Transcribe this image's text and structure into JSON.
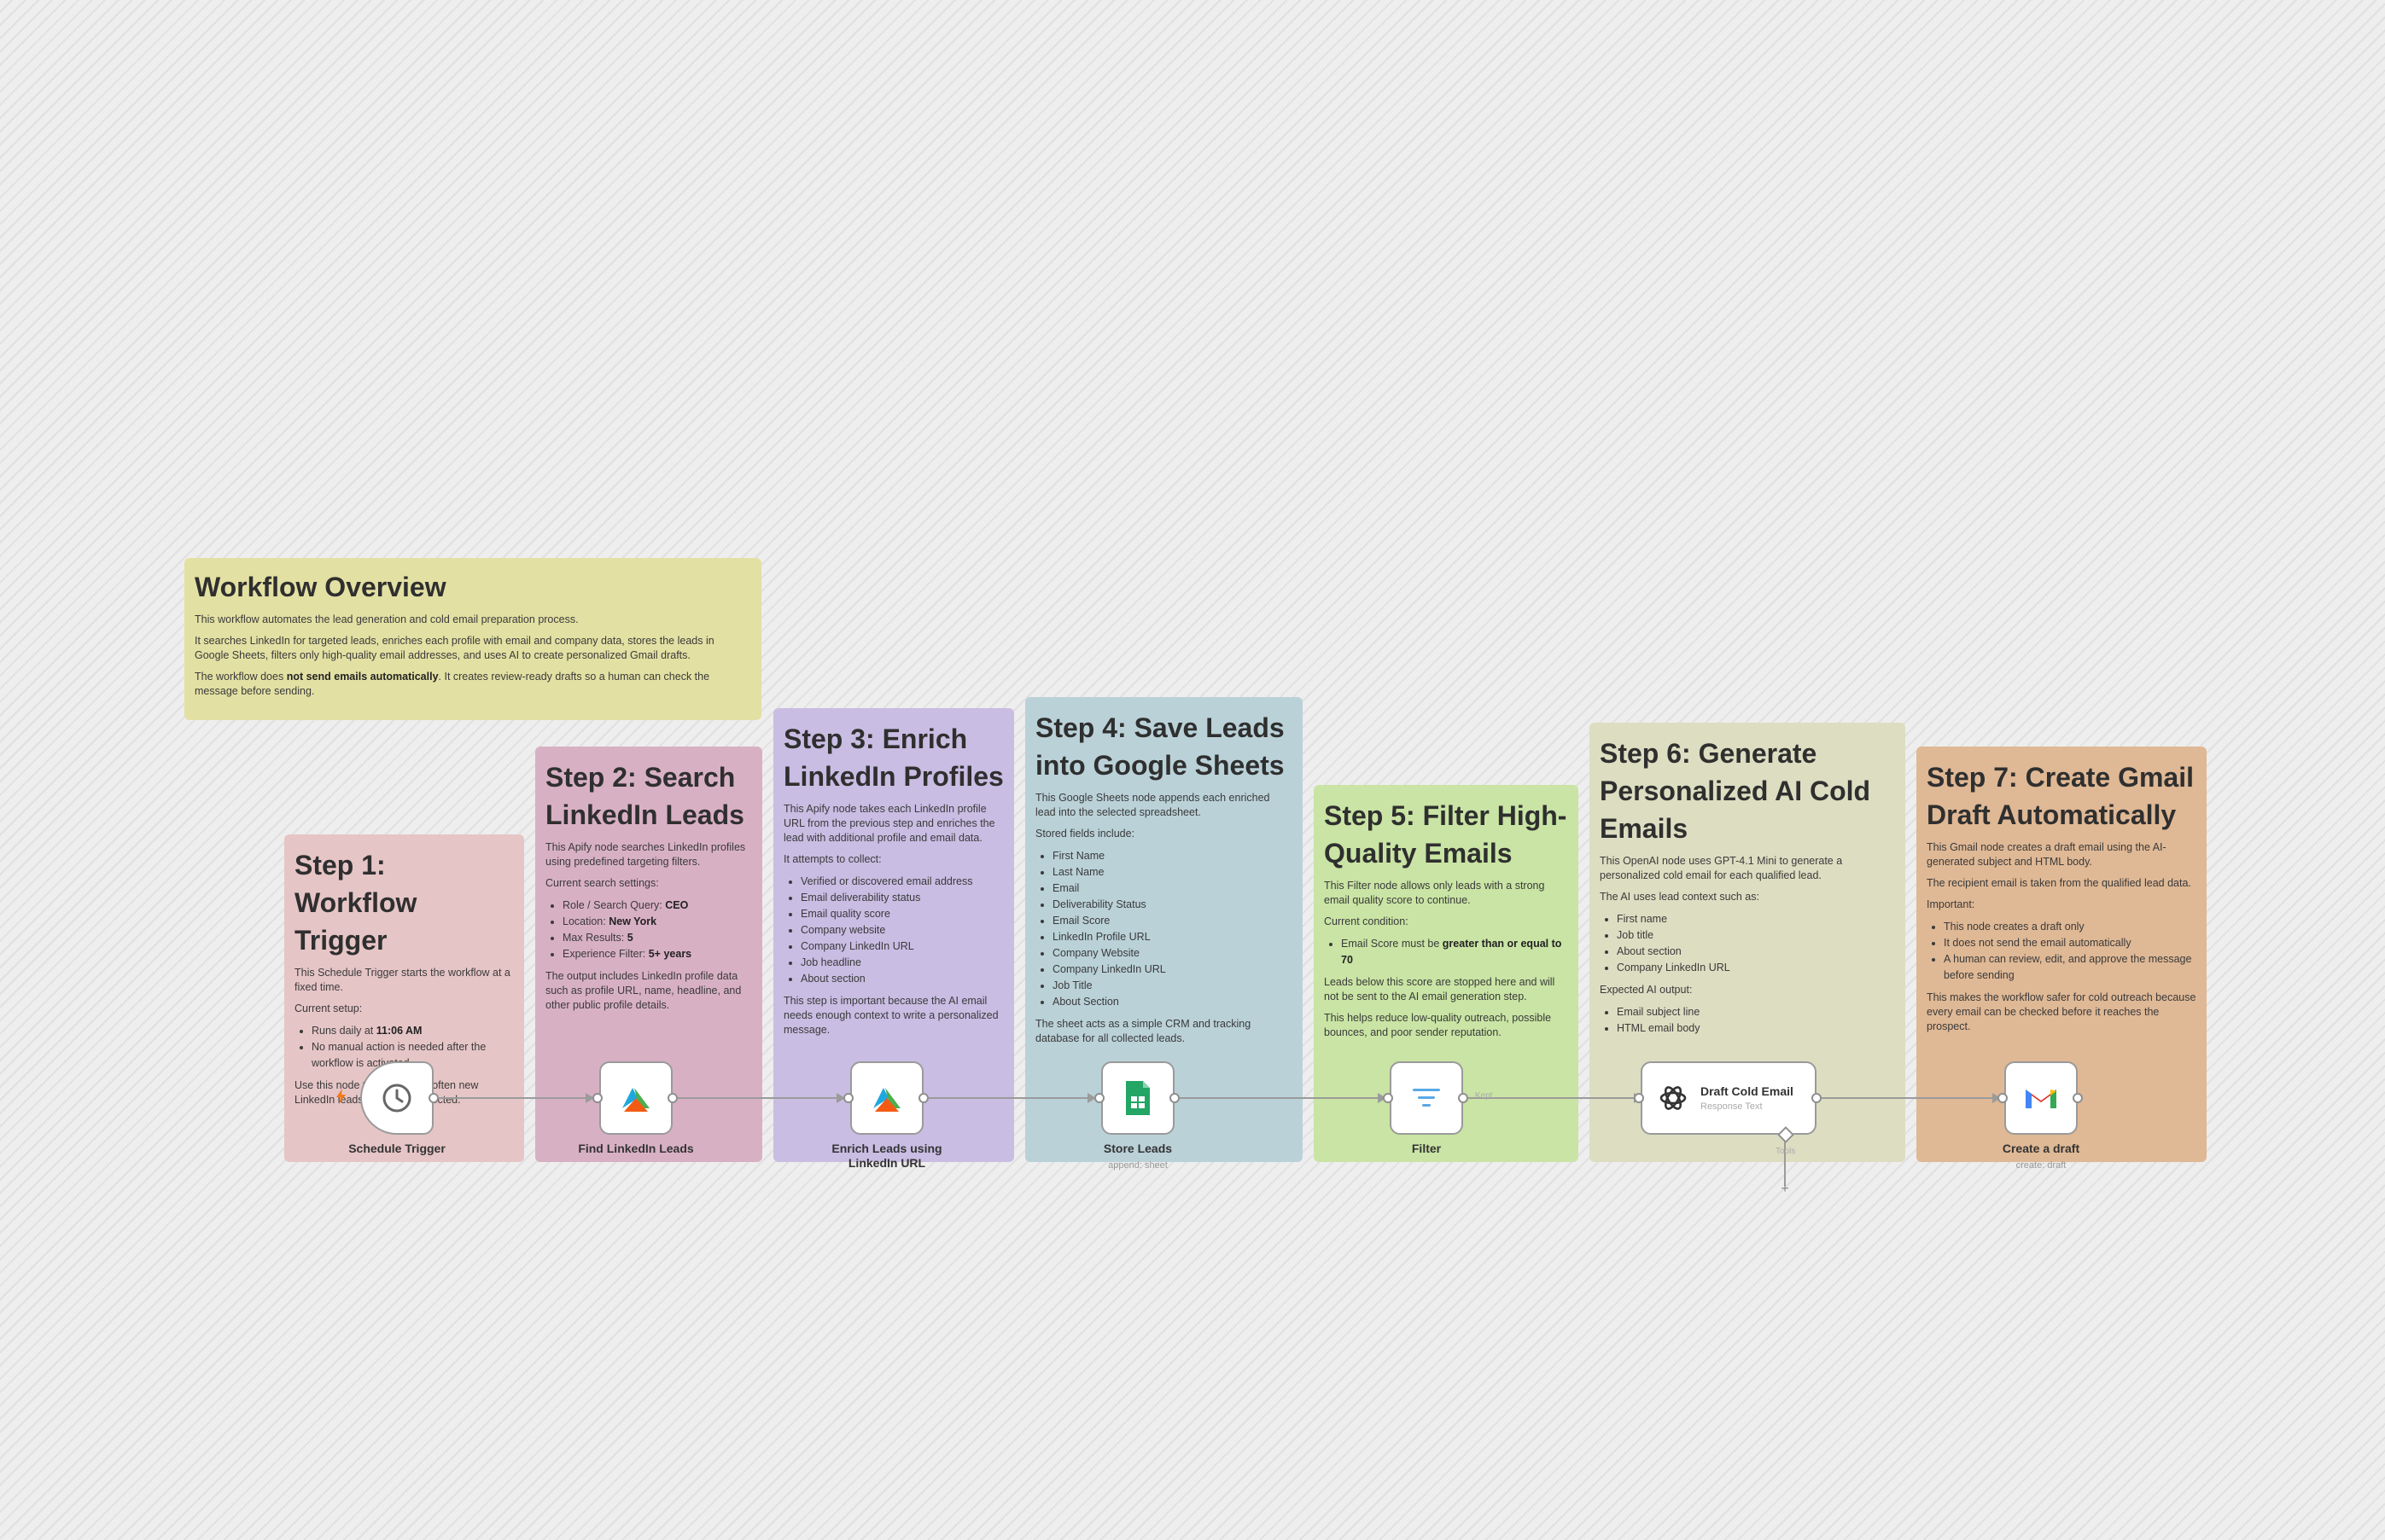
{
  "overview": {
    "title": "Workflow Overview",
    "p1": "This workflow automates the lead generation and cold email preparation process.",
    "p2": "It searches LinkedIn for targeted leads, enriches each profile with email and company data, stores the leads in Google Sheets, filters only high-quality email addresses, and uses AI to create personalized Gmail drafts.",
    "p3_pre": "The workflow does ",
    "p3_bold": "not send emails automatically",
    "p3_post": ". It creates review-ready drafts so a human can check the message before sending."
  },
  "step1": {
    "title": "Step 1: Workflow Trigger",
    "p1": "This Schedule Trigger starts the workflow at a fixed time.",
    "p2": "Current setup:",
    "bullets": [
      {
        "pre": "Runs daily at ",
        "bold": "11:06 AM"
      },
      {
        "pre": "No manual action is needed after the workflow is activated",
        "bold": ""
      }
    ],
    "p3": "Use this node to control how often new LinkedIn leads should be collected."
  },
  "step2": {
    "title": "Step 2: Search LinkedIn Leads",
    "p1": "This Apify node searches LinkedIn profiles using predefined targeting filters.",
    "p2": "Current search settings:",
    "bullets": [
      {
        "pre": "Role / Search Query: ",
        "bold": "CEO"
      },
      {
        "pre": "Location: ",
        "bold": "New York"
      },
      {
        "pre": "Max Results: ",
        "bold": "5"
      },
      {
        "pre": "Experience Filter: ",
        "bold": "5+ years"
      }
    ],
    "p3": "The output includes LinkedIn profile data such as profile URL, name, headline, and other public profile details."
  },
  "step3": {
    "title": "Step 3: Enrich LinkedIn Profiles",
    "p1": "This Apify node takes each LinkedIn profile URL from the previous step and enriches the lead with additional profile and email data.",
    "p2": "It attempts to collect:",
    "bullets": [
      "Verified or discovered email address",
      "Email deliverability status",
      "Email quality score",
      "Company website",
      "Company LinkedIn URL",
      "Job headline",
      "About section"
    ],
    "p3": "This step is important because the AI email needs enough context to write a personalized message."
  },
  "step4": {
    "title": "Step 4: Save Leads into Google Sheets",
    "p1": "This Google Sheets node appends each enriched lead into the selected spreadsheet.",
    "p2": "Stored fields include:",
    "bullets": [
      "First Name",
      "Last Name",
      "Email",
      "Deliverability Status",
      "Email Score",
      "LinkedIn Profile URL",
      "Company Website",
      "Company LinkedIn URL",
      "Job Title",
      "About Section"
    ],
    "p3": "The sheet acts as a simple CRM and tracking database for all collected leads."
  },
  "step5": {
    "title": "Step 5: Filter High-Quality Emails",
    "p1": "This Filter node allows only leads with a strong email quality score to continue.",
    "p2": "Current condition:",
    "bullet_pre": "Email Score must be ",
    "bullet_bold": "greater than or equal to 70",
    "p3": "Leads below this score are stopped here and will not be sent to the AI email generation step.",
    "p4": "This helps reduce low-quality outreach, possible bounces, and poor sender reputation."
  },
  "step6": {
    "title": "Step 6: Generate Personalized AI Cold Emails",
    "p1": "This OpenAI node uses GPT-4.1 Mini to generate a personalized cold email for each qualified lead.",
    "p2": "The AI uses lead context such as:",
    "bullets": [
      "First name",
      "Job title",
      "About section",
      "Company LinkedIn URL"
    ],
    "p3": "Expected AI output:",
    "bullets2": [
      "Email subject line",
      "HTML email body"
    ]
  },
  "step7": {
    "title": "Step 7: Create Gmail Draft Automatically",
    "p1": "This Gmail node creates a draft email using the AI-generated subject and HTML body.",
    "p2": "The recipient email is taken from the qualified lead data.",
    "p3": "Important:",
    "bullets": [
      "This node creates a draft only",
      "It does not send the email automatically",
      "A human can review, edit, and approve the message before sending"
    ],
    "p4": "This makes the workflow safer for cold outreach because every email can be checked before it reaches the prospect."
  },
  "nodes": {
    "schedule": "Schedule Trigger",
    "find": "Find LinkedIn Leads",
    "enrich": "Enrich Leads using LinkedIn URL",
    "store": "Store Leads",
    "store_sub": "append: sheet",
    "filter": "Filter",
    "filter_port": "Kept",
    "draft_title": "Draft Cold Email",
    "draft_sub": "Response Text",
    "draft_port": "Tools",
    "gmail": "Create a draft",
    "gmail_sub": "create: draft"
  },
  "colors": {
    "overview": "#e3e0a3",
    "step1": "#e6c5c6",
    "step2": "#d8b0c4",
    "step3": "#c9bde3",
    "step4": "#bad1d8",
    "step5": "#c9e4a4",
    "step6": "#ddddc2",
    "step7": "#dfb895"
  }
}
